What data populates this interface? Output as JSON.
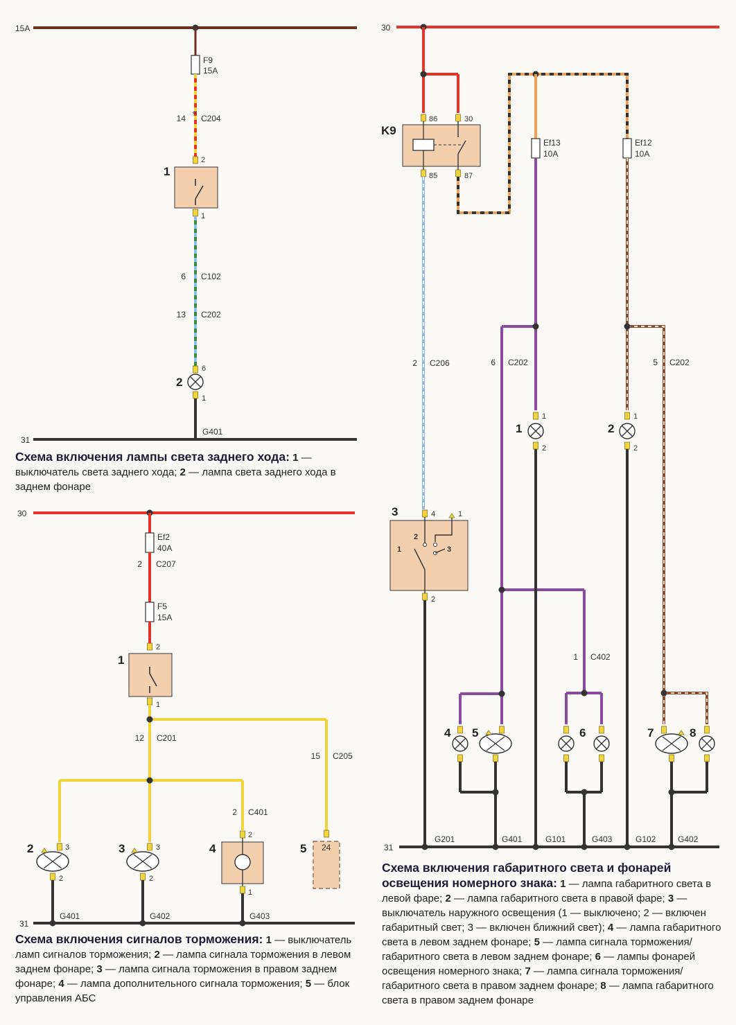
{
  "diagram1": {
    "bus_top": "15A",
    "fuse_name": "F9",
    "fuse_rating": "15A",
    "conn_c204_pin": "14",
    "conn_c204": "C204",
    "switch_num": "1",
    "switch_pin_top": "2",
    "switch_pin_bottom": "1",
    "conn_c102_pin": "6",
    "conn_c102": "C102",
    "conn_c202_pin": "13",
    "conn_c202": "C202",
    "lamp_num": "2",
    "lamp_pin_top": "6",
    "lamp_pin_bottom": "1",
    "bus_bottom": "31",
    "ground": "G401",
    "caption_title": "Схема включения лампы света заднего хода:",
    "caption_parts": [
      {
        "b": "1",
        "t": " — выключатель света заднего хода; "
      },
      {
        "b": "2",
        "t": " — лампа света заднего хода в заднем фонаре"
      }
    ]
  },
  "diagram2": {
    "bus_top": "30",
    "fuse1_name": "Ef2",
    "fuse1_rating": "40A",
    "conn_c207_pin": "2",
    "conn_c207": "C207",
    "fuse2_name": "F5",
    "fuse2_rating": "15A",
    "switch_num": "1",
    "switch_pin_top": "2",
    "switch_pin_bottom": "1",
    "conn_c201_pin": "12",
    "conn_c201": "C201",
    "conn_c205_pin": "15",
    "conn_c205": "C205",
    "conn_c401_pin": "2",
    "conn_c401": "C401",
    "lamp2_num": "2",
    "lamp3_num": "3",
    "lamp4_num": "4",
    "abs_num": "5",
    "abs_pin": "24",
    "pin3": "3",
    "pin2": "2",
    "pin1": "1",
    "bus_bottom": "31",
    "g401": "G401",
    "g402": "G402",
    "g403": "G403",
    "caption_title": "Схема включения сигналов торможения:",
    "caption_parts": [
      {
        "b": "1",
        "t": " — выключатель ламп сигналов торможения; "
      },
      {
        "b": "2",
        "t": " — лампа сигнала торможения в левом заднем фонаре; "
      },
      {
        "b": "3",
        "t": " — лампа сигнала торможения в правом заднем фонаре; "
      },
      {
        "b": "4",
        "t": " — лампа дополнительного сигнала торможения; "
      },
      {
        "b": "5",
        "t": " — блок управления АБС"
      }
    ]
  },
  "diagram3": {
    "bus_top": "30",
    "relay_name": "K9",
    "relay_pin86": "86",
    "relay_pin30": "30",
    "relay_pin85": "85",
    "relay_pin87": "87",
    "fuse_ef13_name": "Ef13",
    "fuse_ef13_rating": "10A",
    "fuse_ef12_name": "Ef12",
    "fuse_ef12_rating": "10A",
    "conn_c206_pin": "2",
    "conn_c206": "C206",
    "conn_c202a_pin": "6",
    "conn_c202a": "C202",
    "conn_c202b_pin": "5",
    "conn_c202b": "C202",
    "conn_c402_pin": "1",
    "conn_c402": "C402",
    "lamp1_num": "1",
    "lamp2_num": "2",
    "switch_num": "3",
    "switch_pin4": "4",
    "switch_pin1": "1",
    "switch_pin2": "2",
    "pos1": "1",
    "pos2": "2",
    "pos3": "3",
    "lamp4_num": "4",
    "lamp5_num": "5",
    "lamp6_num": "6",
    "lamp7_num": "7",
    "lamp8_num": "8",
    "pin1": "1",
    "pin2": "2",
    "bus_bottom": "31",
    "g201": "G201",
    "g401": "G401",
    "g101": "G101",
    "g403": "G403",
    "g102": "G102",
    "g402": "G402",
    "caption_title": "Схема включения габаритного света и фонарей освещения номерного знака:",
    "caption_parts": [
      {
        "b": "1",
        "t": " — лампа габаритного света в левой фаре; "
      },
      {
        "b": "2",
        "t": " — лампа габаритного света в правой фаре; "
      },
      {
        "b": "3",
        "t": " — выключатель наружного освещения (1 — выключено; 2 — включен габаритный свет; 3 — включен ближний свет); "
      },
      {
        "b": "4",
        "t": " — лампа габаритного света в левом заднем фонаре; "
      },
      {
        "b": "5",
        "t": " — лампа сигнала торможения/габаритного света в левом заднем фонаре; "
      },
      {
        "b": "6",
        "t": " — лампы фонарей освещения номерного знака; "
      },
      {
        "b": "7",
        "t": " — лампа сигнала торможения/габаритного света в правом заднем фонаре; "
      },
      {
        "b": "8",
        "t": " — лампа габаритного света в правом заднем фонаре"
      }
    ]
  },
  "colors": {
    "bus_brown": "#6a2f22",
    "bus_red": "#e6332a",
    "ground": "#333333",
    "yellow": "#f2d33c",
    "purple": "#8b4a9e",
    "blue": "#8fbde8",
    "green": "#3d8a3d",
    "orange": "#f0a050",
    "box": "#f3cfae",
    "title": "#1d1d3a"
  }
}
